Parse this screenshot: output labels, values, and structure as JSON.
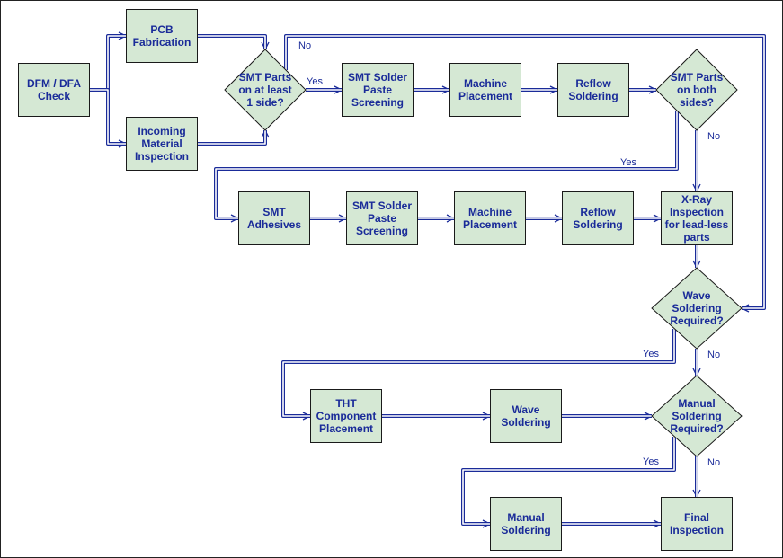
{
  "diagram": {
    "nodes": {
      "dfm": "DFM / DFA\nCheck",
      "pcb": "PCB\nFabrication",
      "incoming": "Incoming\nMaterial\nInspection",
      "smt_one_side": "SMT Parts\non at least\n1 side?",
      "solder_paste_1": "SMT Solder\nPaste\nScreening",
      "placement_1": "Machine\nPlacement",
      "reflow_1": "Reflow\nSoldering",
      "smt_both_sides": "SMT Parts\non both\nsides?",
      "adhesives": "SMT\nAdhesives",
      "solder_paste_2": "SMT Solder\nPaste\nScreening",
      "placement_2": "Machine\nPlacement",
      "reflow_2": "Reflow\nSoldering",
      "xray": "X-Ray\nInspection\nfor lead-less\nparts",
      "wave_required": "Wave\nSoldering\nRequired?",
      "tht": "THT\nComponent\nPlacement",
      "wave": "Wave\nSoldering",
      "manual_required": "Manual\nSoldering\nRequired?",
      "manual": "Manual\nSoldering",
      "final": "Final\nInspection"
    },
    "edge_labels": {
      "one_side_yes": "Yes",
      "one_side_no": "No",
      "both_sides_yes": "Yes",
      "both_sides_no": "No",
      "wave_yes": "Yes",
      "wave_no": "No",
      "manual_yes": "Yes",
      "manual_no": "No"
    },
    "colors": {
      "box_fill": "#d5e8d4",
      "box_border": "#1a1a1a",
      "text": "#1a2b99",
      "connector": "#1a2b99"
    }
  }
}
